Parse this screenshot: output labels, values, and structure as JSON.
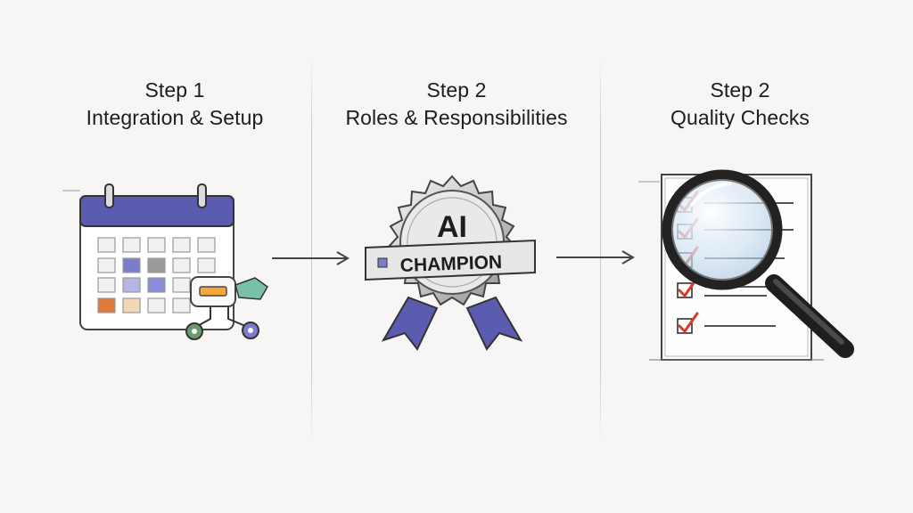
{
  "steps": [
    {
      "number": "Step 1",
      "title": "Integration & Setup",
      "icon": "calendar-workflow-icon"
    },
    {
      "number": "Step 2",
      "title": "Roles & Responsibilities",
      "icon": "ai-champion-badge-icon"
    },
    {
      "number": "Step 2",
      "title": "Quality Checks",
      "icon": "checklist-magnifier-icon"
    }
  ],
  "badge": {
    "line1": "AI",
    "line2": "CHAMPION"
  },
  "colors": {
    "accent_purple": "#5b5bb0",
    "accent_orange": "#e07a3a",
    "accent_green": "#4c9a6a",
    "check_red": "#d83a2a",
    "ink": "#222222",
    "paper": "#f7f6f4"
  }
}
